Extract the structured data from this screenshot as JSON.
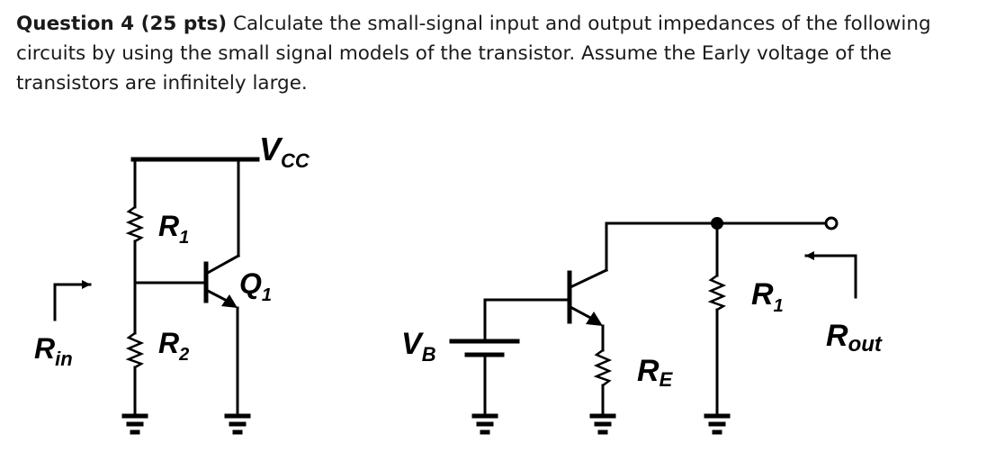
{
  "question": {
    "heading": "Question 4 (25 pts)",
    "body": "Calculate the small-signal input and output impedances of the following circuits by using the small signal models of the transistor. Assume the Early voltage of the transistors are infinitely large."
  },
  "circuit_left": {
    "supply_label": "V",
    "supply_sub": "CC",
    "r1_label": "R",
    "r1_sub": "1",
    "r2_label": "R",
    "r2_sub": "2",
    "transistor_label": "Q",
    "transistor_sub": "1",
    "port_label": "R",
    "port_sub": "in"
  },
  "circuit_right": {
    "bias_label": "V",
    "bias_sub": "B",
    "re_label": "R",
    "re_sub": "E",
    "r1_label": "R",
    "r1_sub": "1",
    "port_label": "R",
    "port_sub": "out"
  }
}
